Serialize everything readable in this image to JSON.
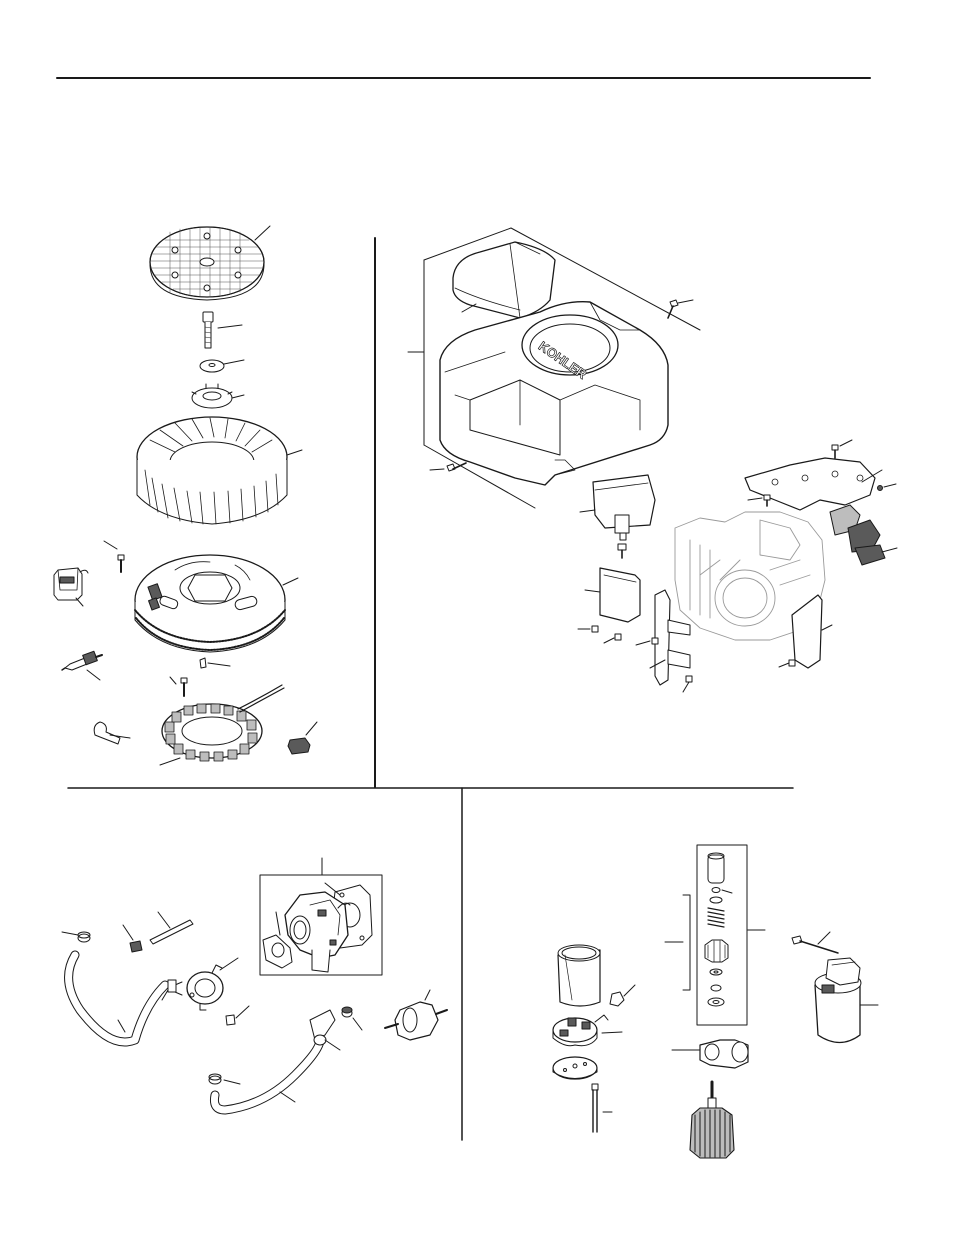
{
  "page": {
    "background": "#ffffff",
    "line_color": "#1a1a1a",
    "fill_light": "#ffffff",
    "fill_gray": "#bdbdbd",
    "fill_dark": "#5a5a5a"
  },
  "panels": [
    {
      "key": "ignition",
      "contents": [
        "flywheel-screen",
        "flywheel-bolt",
        "washer",
        "fan-retainer",
        "cooling-fan",
        "flywheel",
        "ignition-module",
        "spark-plug",
        "key",
        "stator",
        "clip",
        "terminal-cover"
      ]
    },
    {
      "key": "blower-housing",
      "contents": [
        "air-intake-cover",
        "blower-housing",
        "cylinder-baffles",
        "screws",
        "crankcase-outline"
      ]
    },
    {
      "key": "fuel-system",
      "contents": [
        "carburetor-kit",
        "gaskets",
        "fuel-pump",
        "fuel-lines",
        "clamps",
        "fuel-filter",
        "stud"
      ]
    },
    {
      "key": "starter",
      "contents": [
        "drive-kit",
        "starter-housing",
        "brush-holder",
        "end-cap",
        "armature",
        "thru-bolts",
        "starter-motor"
      ]
    }
  ],
  "decals": {
    "logo_text": "KOHLER"
  }
}
